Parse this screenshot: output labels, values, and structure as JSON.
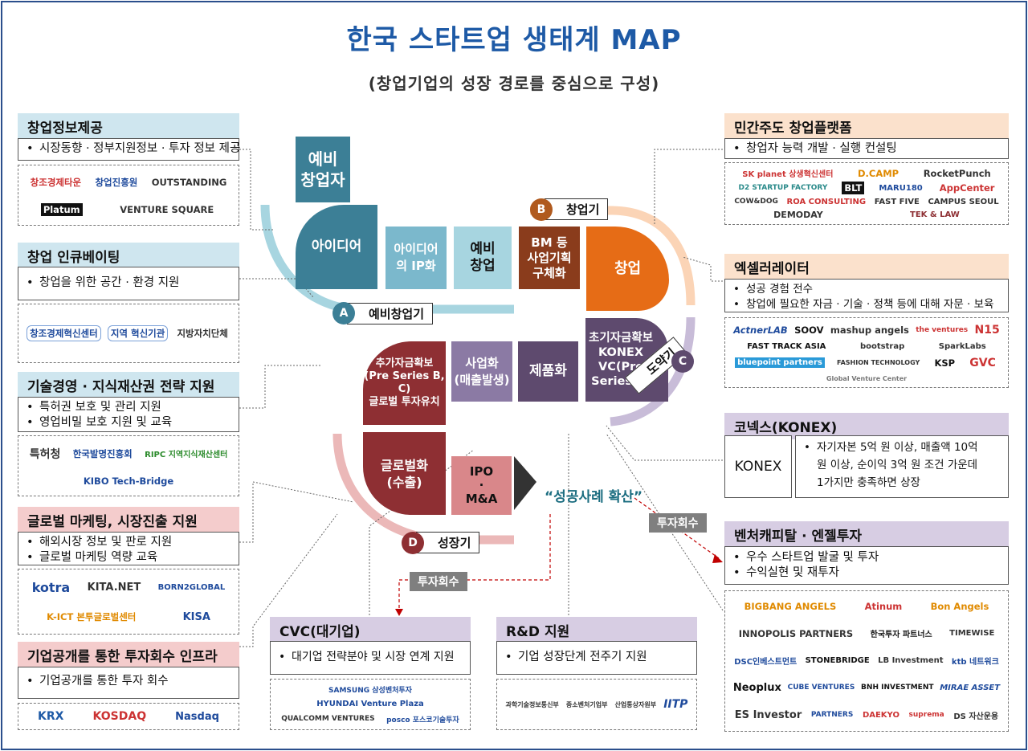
{
  "title": "한국 스타트업 생태계 MAP",
  "subtitle": "(창업기업의 성장 경로를 중심으로 구성)",
  "colors": {
    "teal": "#3c7f96",
    "lightblue": "#a7d5e0",
    "orange": "#e66c16",
    "brown": "#8a3c1c",
    "darkpurple": "#5e4a6e",
    "purple": "#8b7aa4",
    "crimson": "#8e2f33",
    "pink": "#d9878a"
  },
  "left_sections": [
    {
      "header": "창업정보제공",
      "bullets": [
        "시장동향 · 정부지원정보 · 투자 정보 제공"
      ],
      "logos": [
        "창조경제타운",
        "창업진흥원",
        "OUTSTANDING",
        "Platum",
        "VENTURE SQUARE"
      ]
    },
    {
      "header": "창업 인큐베이팅",
      "bullets": [
        "창업을 위한 공간 ·  환경 지원"
      ],
      "logos": [
        "창조경제혁신센터",
        "지역 혁신기관",
        "지방자치단체"
      ]
    },
    {
      "header": "기술경영 · 지식재산권 전략 지원",
      "bullets": [
        "특허권 보호 및 관리 지원",
        "영업비밀 보호 지원 및 교육"
      ],
      "logos": [
        "특허청",
        "한국발명진흥회",
        "RIPC 지역지식재산센터",
        "KIBO Tech-Bridge"
      ]
    },
    {
      "header": "글로벌 마케팅, 시장진출 지원",
      "bullets": [
        "해외시장 정보 및 판로 지원",
        "글로벌 마케팅 역량 교육"
      ],
      "logos": [
        "kotra",
        "KITA.NET",
        "BORN2GLOBAL",
        "K-ICT 본투글로벌센터",
        "KISA"
      ]
    },
    {
      "header": "기업공개를 통한 투자회수 인프라",
      "bullets": [
        "기업공개를 통한 투자 회수"
      ],
      "logos": [
        "KRX",
        "KOSDAQ",
        "Nasdaq"
      ]
    }
  ],
  "right_sections": [
    {
      "header": "민간주도 창업플랫폼",
      "bullets": [
        "창업자 능력 개발 · 실행 컨설팅"
      ],
      "logos": [
        "SK planet 상생혁신센터",
        "D.CAMP",
        "RocketPunch",
        "D2 STARTUP FACTORY",
        "BLT",
        "MARU180",
        "AppCenter",
        "COW&DOG",
        "ROA CONSULTING",
        "FAST FIVE",
        "CAMPUS SEOUL",
        "DEMODAY",
        "TEK & LAW"
      ]
    },
    {
      "header": "엑셀러레이터",
      "bullets": [
        "성공 경험 전수",
        "창업에 필요한 자금 · 기술 · 정책 등에 대해 자문 · 보육"
      ],
      "logos": [
        "ActnerLAB",
        "SOOV",
        "mashup angels",
        "the ventures",
        "N15",
        "FAST TRACK ASIA",
        "bootstrap",
        "SparkLabs",
        "bluepoint partners",
        "FASHION TECHNOLOGY",
        "KSP",
        "GVC",
        "Global Venture Center"
      ]
    },
    {
      "header": "코넥스(KONEX)",
      "box_label": "KONEX",
      "bullets": [
        "자기자본 5억 원 이상, 매출액 10억",
        "원 이상, 순이익 3억 원  조건 가운데",
        "1가지만 충족하면 상장"
      ]
    },
    {
      "header": "벤처캐피탈 · 엔젤투자",
      "bullets": [
        "우수 스타트업 발굴 및 투자",
        "수익실현 및 재투자"
      ],
      "logos": [
        "BIGBANG ANGELS",
        "Atinum",
        "Bon Angels",
        "INNOPOLIS PARTNERS",
        "한국투자 파트너스",
        "TIMEWISE",
        "DSC인베스트먼트",
        "STONEBRIDGE",
        "LB Investment",
        "ktb 네트워크",
        "Neoplux",
        "CUBE VENTURES",
        "BNH INVESTMENT",
        "MIRAE ASSET",
        "ES Investor",
        "PARTNERS",
        "DAEKYO",
        "suprema",
        "DS 자산운용"
      ]
    }
  ],
  "bottom_sections": [
    {
      "header": "CVC(대기업)",
      "bullets": [
        "대기업 전략분야 및 시장 연계 지원"
      ],
      "logos": [
        "SAMSUNG 삼성벤처투자",
        "HYUNDAI Venture Plaza",
        "QUALCOMM VENTURES",
        "posco 포스코기술투자"
      ]
    },
    {
      "header": "R&D 지원",
      "bullets": [
        "기업 성장단계 전주기 지원"
      ],
      "logos": [
        "과학기술정보통신부",
        "중소벤처기업부",
        "산업통상자원부",
        "IITP"
      ]
    }
  ],
  "pipeline": {
    "pre_founder": "예비\n창업자",
    "tiles": {
      "idea": "아이디어",
      "idea_ip": "아이디어\n의 IP화",
      "pre_startup": "예비\n창업",
      "bm": "BM 등\n사업기획\n구체화",
      "startup": "창업",
      "early_funding": "초기자금확보\nKONEX\nVC(Pre\nSeries A)",
      "product": "제품화",
      "commercial": "사업화\n(매출발생)",
      "add_funding": "추가자금확보\n(Pre Series B, C)\n글로벌 투자유치",
      "global": "글로벌화\n(수출)",
      "ipo": "IPO\n·\nM&A"
    },
    "stages": [
      {
        "badge": "A",
        "label": "예비창업기"
      },
      {
        "badge": "B",
        "label": "창업기"
      },
      {
        "badge": "C",
        "label": "도약기"
      },
      {
        "badge": "D",
        "label": "성장기"
      }
    ],
    "success_spread": "“성공사례 확산”",
    "exit_label_1": "투자회수",
    "exit_label_2": "투자회수"
  }
}
